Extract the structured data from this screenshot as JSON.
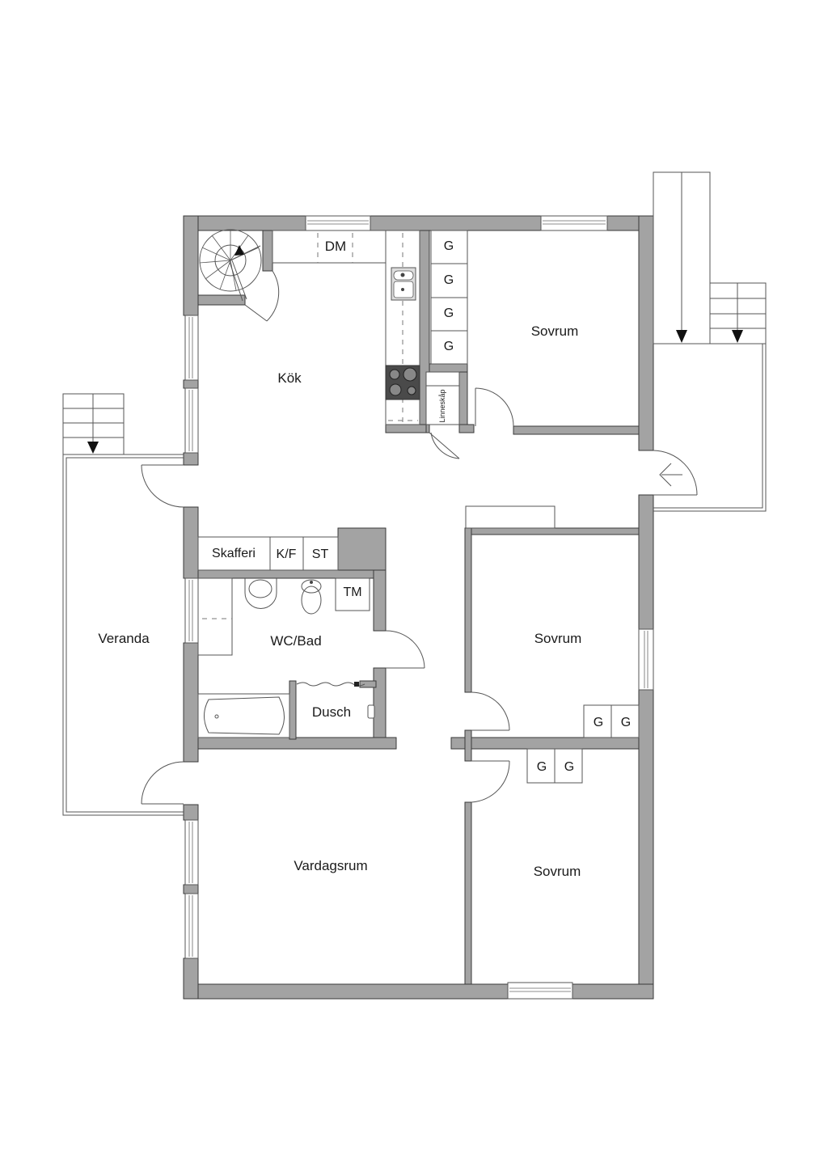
{
  "floorplan": {
    "colors": {
      "wall": "#a3a3a3",
      "wall_stroke": "#3a3a3a",
      "line": "#555555",
      "stove": "#4a4a4a",
      "background": "#ffffff"
    },
    "rooms": {
      "kok": "Kök",
      "sovrum_1": "Sovrum",
      "sovrum_2": "Sovrum",
      "sovrum_3": "Sovrum",
      "veranda": "Veranda",
      "wc_bad": "WC/Bad",
      "dusch": "Dusch",
      "vardagsrum": "Vardagsrum"
    },
    "fixtures": {
      "dm": "DM",
      "skafferi": "Skafferi",
      "kf": "K/F",
      "st": "ST",
      "tm": "TM",
      "linneskap": "Linneskåp",
      "wardrobes_sovrum_1": [
        "G",
        "G",
        "G",
        "G"
      ],
      "wardrobes_sovrum_2": [
        "G",
        "G"
      ],
      "wardrobes_sovrum_3": [
        "G",
        "G"
      ]
    },
    "icons": [
      "spiral-stair-icon",
      "stair-down-arrow-icon",
      "sink-icon",
      "stove-icon",
      "toilet-icon",
      "washbasin-icon",
      "bathtub-icon",
      "shower-icon",
      "entrance-arrow-icon",
      "door-swing-icon",
      "window-icon"
    ]
  }
}
